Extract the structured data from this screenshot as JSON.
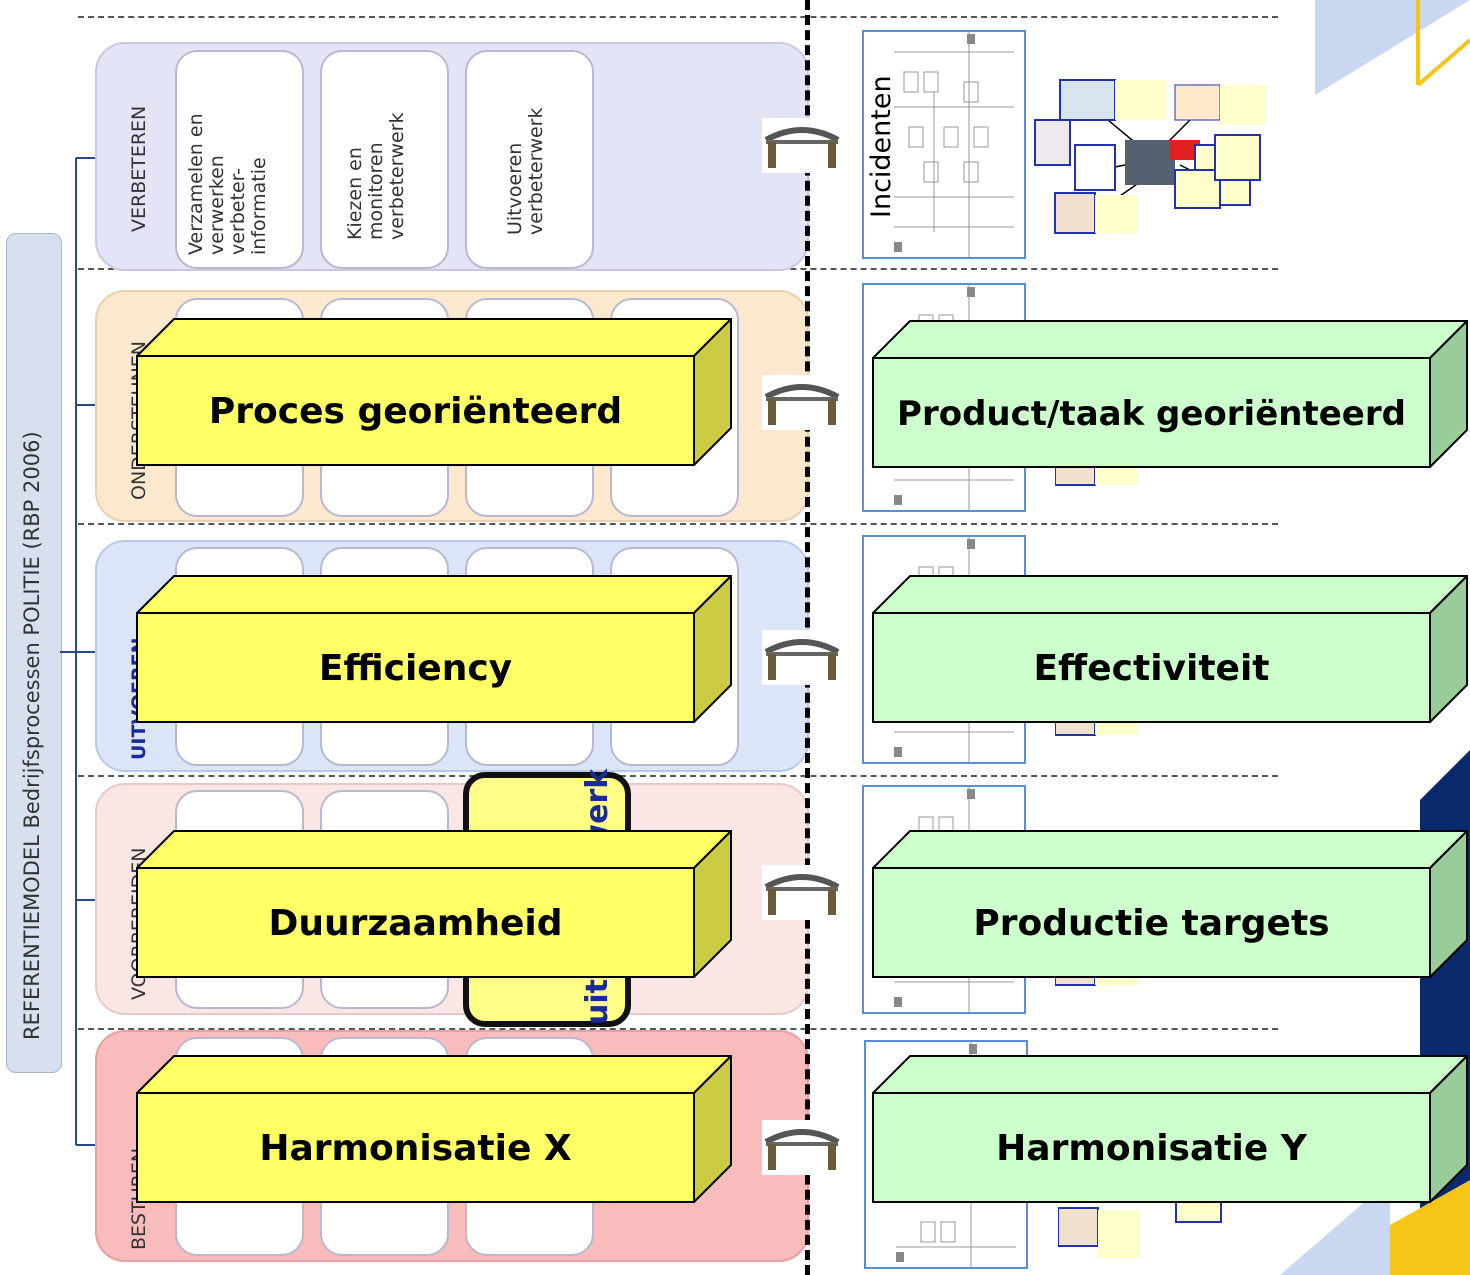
{
  "sidebar": {
    "label": "REFERENTIEMODEL Bedrijfsprocessen POLITIE (RBP 2006)"
  },
  "lanes": [
    {
      "id": "verbeteren",
      "label": "VERBETEREN",
      "color": "#e4e4f7",
      "cards": [
        "Verzamelen en\nverwerken\nverbeter-\ninformatie",
        "Kiezen en\nmonitoren\nverbeterwerk",
        "Uitvoeren\nverbeterwerk"
      ]
    },
    {
      "id": "ondersteunen",
      "label": "ONDERSTEUNEN",
      "color": "#fbe8cf"
    },
    {
      "id": "uitvoeren",
      "label": "UITVOEREN",
      "color": "#dce5f7"
    },
    {
      "id": "voorbereiden",
      "label": "VOORBEREIDEN",
      "color": "#fbe6e6"
    },
    {
      "id": "besturen",
      "label": "BESTUREN",
      "color": "#f9bcbc"
    }
  ],
  "documents": {
    "label": "Incidenten"
  },
  "highlight_card": {
    "label": "uitvoeren werk"
  },
  "left_boxes": [
    "Proces georiënteerd",
    "Efficiency",
    "Duurzaamheid",
    "Harmonisatie X"
  ],
  "right_boxes": [
    "Product/taak georiënteerd",
    "Effectiviteit",
    "Productie targets",
    "Harmonisatie Y"
  ],
  "colors": {
    "left_box": "#ffff66",
    "left_box_side": "#cccc44",
    "right_box": "#ccffcc",
    "right_box_side": "#99cc99",
    "accent_dark": "#0b2a6e",
    "accent_yellow": "#f5c518"
  }
}
